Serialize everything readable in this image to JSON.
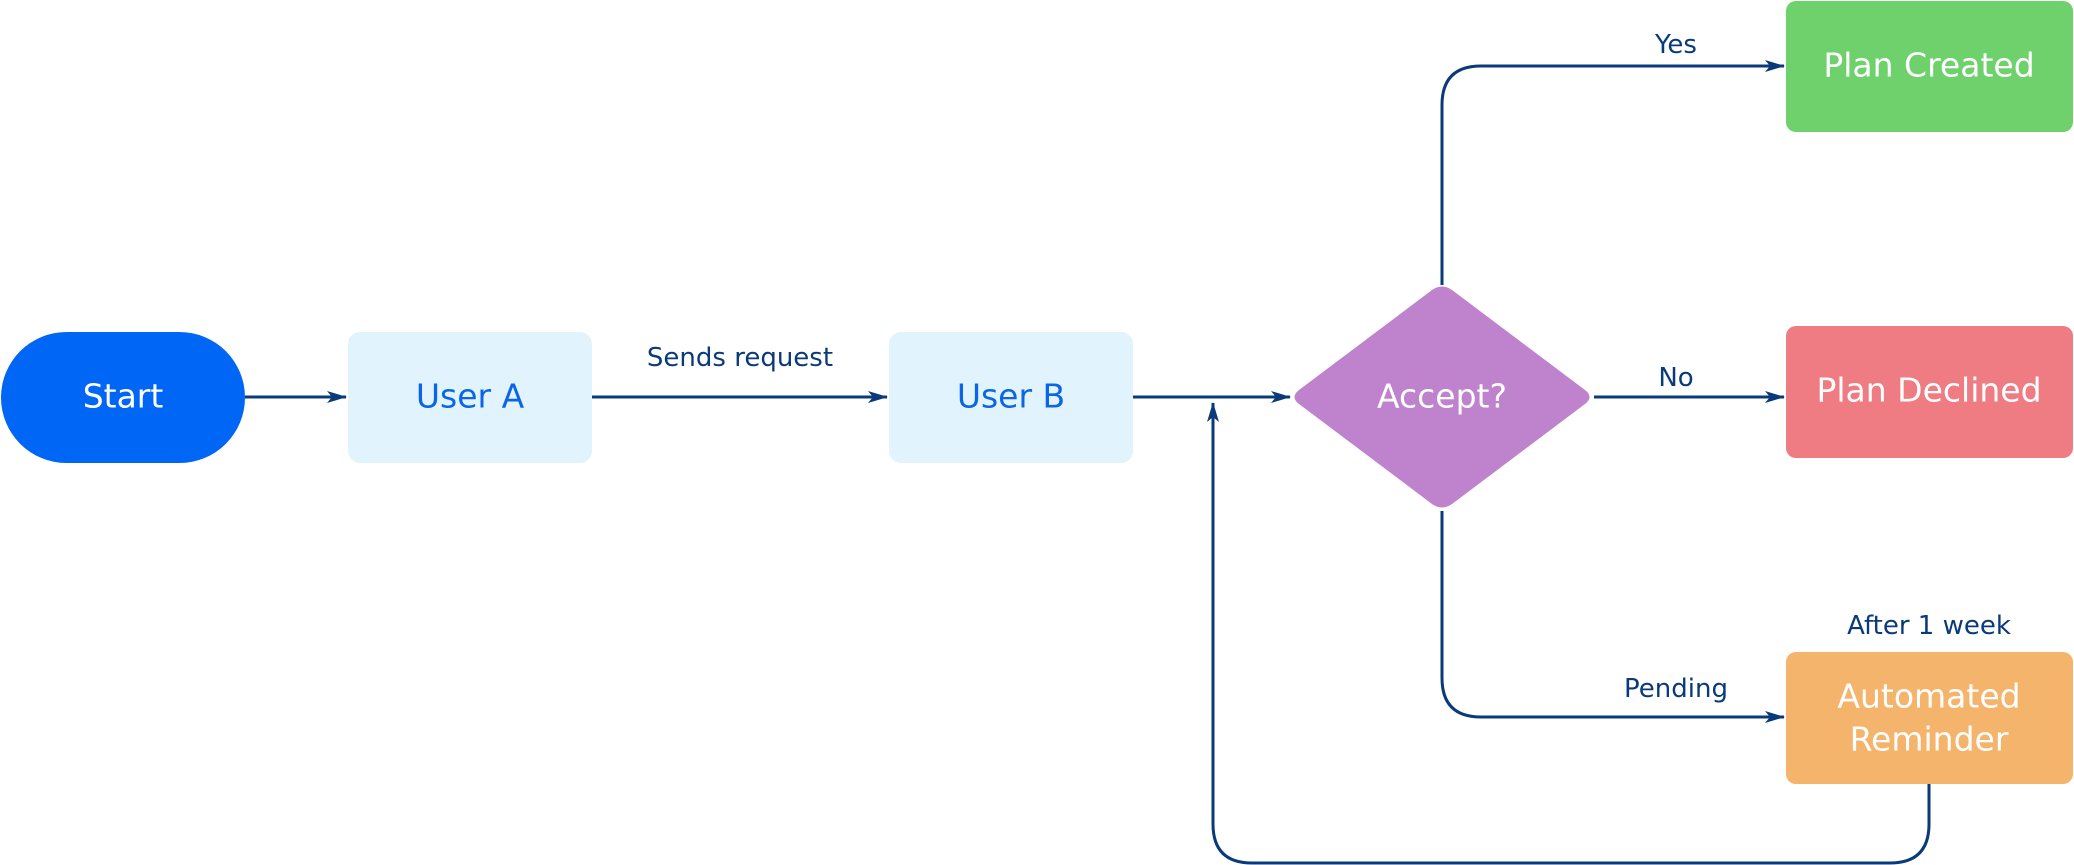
{
  "colors": {
    "edge": "#0b3a7a",
    "start_fill": "#0066f5",
    "user_fill": "#e1f3fd",
    "user_text": "#0a66e6",
    "decision_fill": "#bf82cc",
    "created_fill": "#6fd16c",
    "declined_fill": "#ee7c82",
    "reminder_fill": "#f5b46c",
    "light_text": "#ffffff"
  },
  "nodes": {
    "start": "Start",
    "user_a": "User A",
    "user_b": "User B",
    "decision": "Accept?",
    "plan_created": "Plan Created",
    "plan_declined": "Plan Declined",
    "reminder_line1": "Automated",
    "reminder_line2": "Reminder"
  },
  "edges": {
    "sends_request": "Sends request",
    "yes": "Yes",
    "no": "No",
    "pending": "Pending",
    "after_week": "After 1 week"
  }
}
